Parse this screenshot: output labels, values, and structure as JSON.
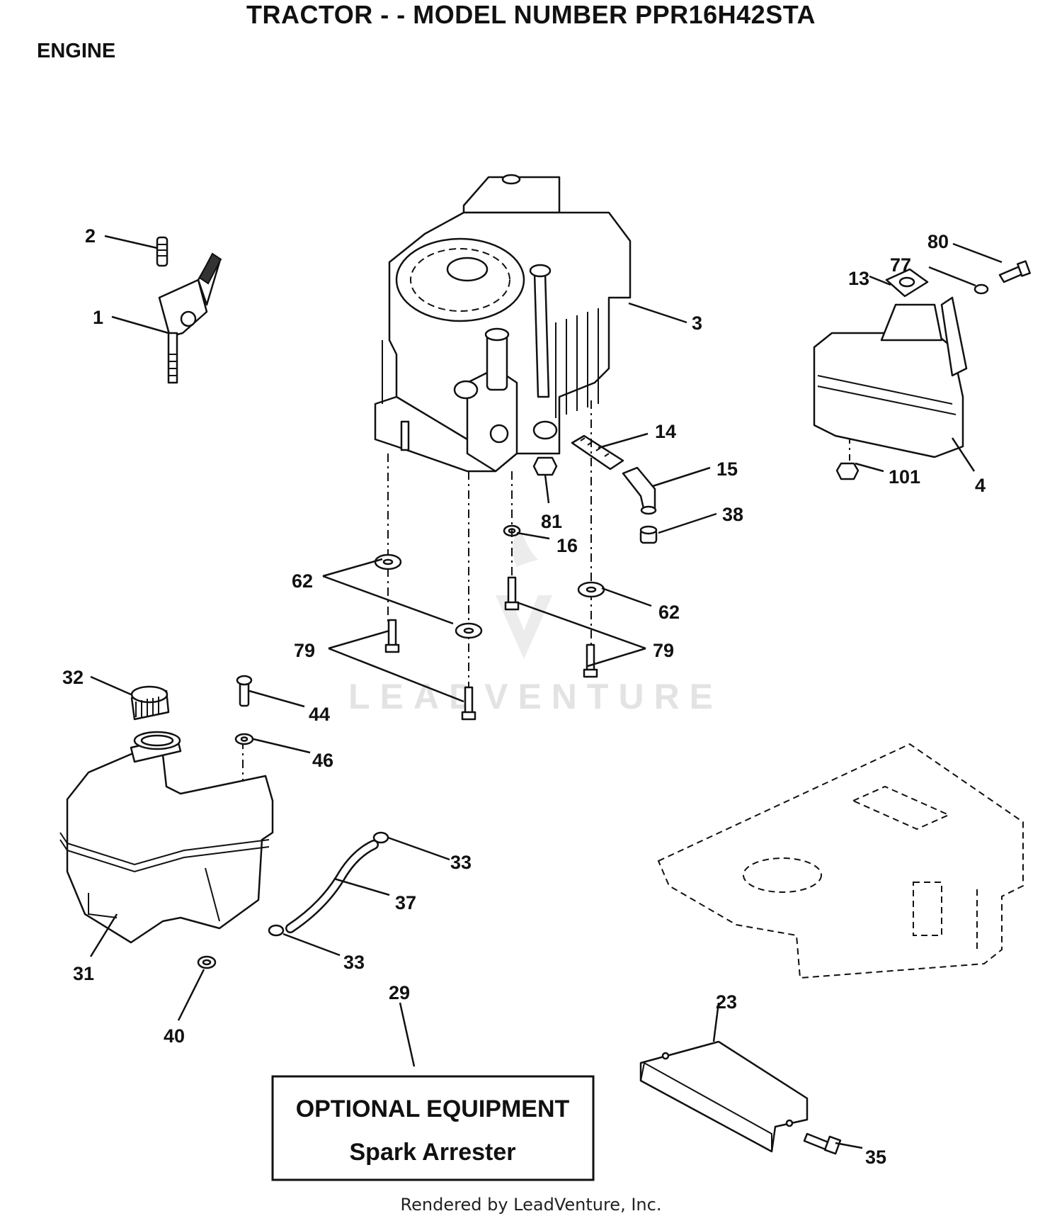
{
  "header": {
    "title": "TRACTOR - - MODEL NUMBER PPR16H42STA",
    "section": "ENGINE"
  },
  "callouts": [
    {
      "id": "c-2",
      "label": "2"
    },
    {
      "id": "c-1",
      "label": "1"
    },
    {
      "id": "c-3",
      "label": "3"
    },
    {
      "id": "c-80",
      "label": "80"
    },
    {
      "id": "c-77",
      "label": "77"
    },
    {
      "id": "c-13",
      "label": "13"
    },
    {
      "id": "c-14",
      "label": "14"
    },
    {
      "id": "c-15",
      "label": "15"
    },
    {
      "id": "c-101",
      "label": "101"
    },
    {
      "id": "c-4",
      "label": "4"
    },
    {
      "id": "c-81",
      "label": "81"
    },
    {
      "id": "c-38",
      "label": "38"
    },
    {
      "id": "c-16",
      "label": "16"
    },
    {
      "id": "c-62a",
      "label": "62"
    },
    {
      "id": "c-62b",
      "label": "62"
    },
    {
      "id": "c-79a",
      "label": "79"
    },
    {
      "id": "c-79b",
      "label": "79"
    },
    {
      "id": "c-32",
      "label": "32"
    },
    {
      "id": "c-44",
      "label": "44"
    },
    {
      "id": "c-46",
      "label": "46"
    },
    {
      "id": "c-33a",
      "label": "33"
    },
    {
      "id": "c-37",
      "label": "37"
    },
    {
      "id": "c-33b",
      "label": "33"
    },
    {
      "id": "c-31",
      "label": "31"
    },
    {
      "id": "c-40",
      "label": "40"
    },
    {
      "id": "c-29",
      "label": "29"
    },
    {
      "id": "c-23",
      "label": "23"
    },
    {
      "id": "c-35",
      "label": "35"
    }
  ],
  "optional_box": {
    "line1": "OPTIONAL EQUIPMENT",
    "line2": "Spark Arrester"
  },
  "watermark": "LEADVENTURE",
  "footer": "Rendered by LeadVenture, Inc."
}
